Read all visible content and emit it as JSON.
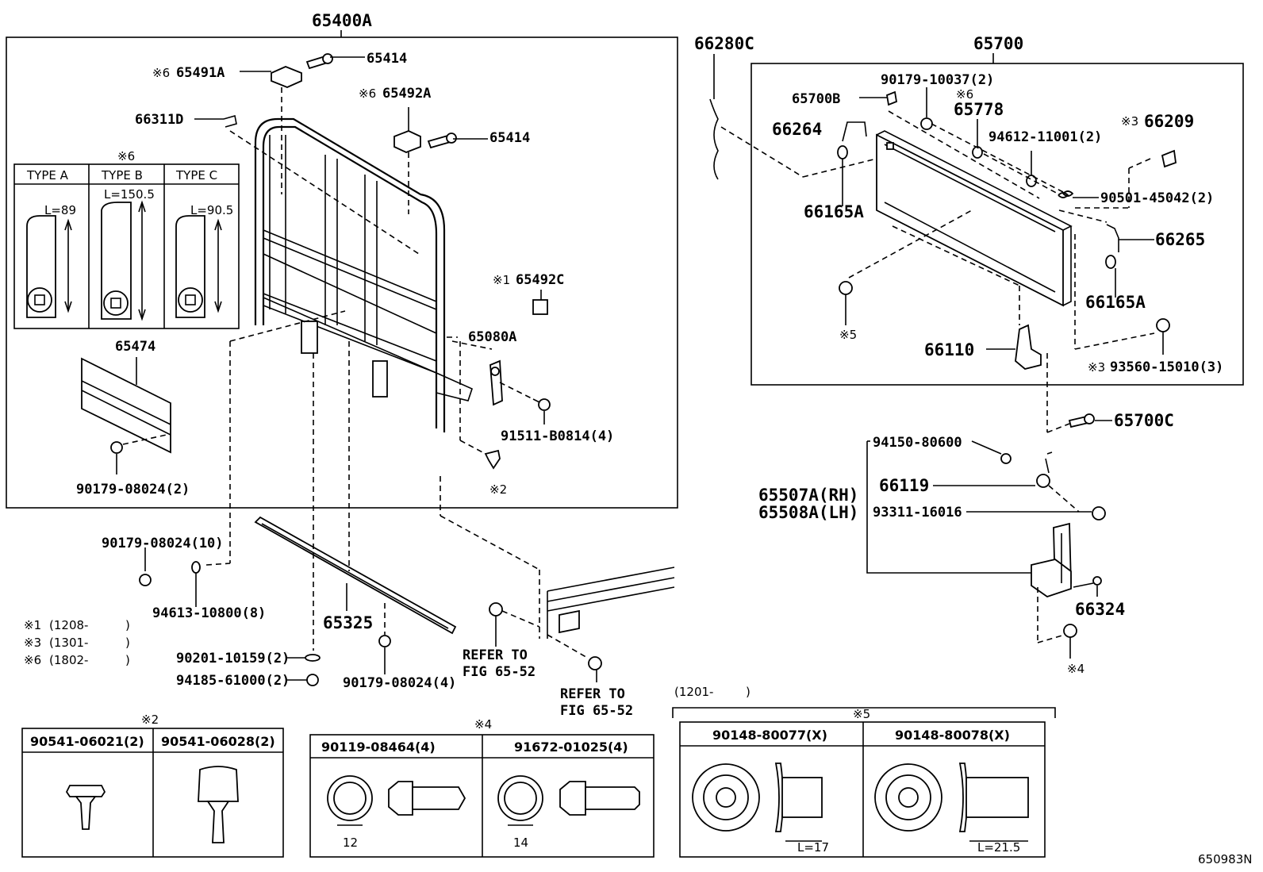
{
  "sections": {
    "headboard": {
      "title": "65400A"
    },
    "tailgate": {
      "title": "65700"
    },
    "hinge": {}
  },
  "labels": {
    "l65414a": "65414",
    "l65491a": "65491A",
    "l65491a_note": "※6",
    "l65492a": "65492A",
    "l65492a_note": "※6",
    "l65414b": "65414",
    "l66311d": "66311D",
    "l65492c": "65492C",
    "l65492c_note": "※1",
    "l65080a": "65080A",
    "l65474": "65474",
    "l91511": "91511-B0814(4)",
    "l90179_2": "90179-08024(2)",
    "l_note2a": "※2",
    "l90179_10": "90179-08024(10)",
    "l94613": "94613-10800(8)",
    "l65325": "65325",
    "l90201": "90201-10159(2)",
    "l94185": "94185-61000(2)",
    "l90179_4": "90179-08024(4)",
    "l_refer1a": "REFER TO",
    "l_refer1b": "FIG 65-52",
    "l_refer2a": "REFER TO",
    "l_refer2b": "FIG 65-52",
    "l66280c": "66280C",
    "l65700b": "65700B",
    "l90179_10037": "90179-10037(2)",
    "l65778_note": "※6",
    "l65778": "65778",
    "l66264": "66264",
    "l94612": "94612-11001(2)",
    "l66209_note": "※3",
    "l66209": "66209",
    "l90501": "90501-45042(2)",
    "l66165a_1": "66165A",
    "l66265": "66265",
    "l66165a_2": "66165A",
    "l_note5": "※5",
    "l66110": "66110",
    "l93560": "93560-15010(3)",
    "l93560_note": "※3",
    "l65700c": "65700C",
    "l94150": "94150-80600",
    "l66119": "66119",
    "l65507a": "65507A(RH)",
    "l65508a": "65508A(LH)",
    "l93311": "93311-16016",
    "l66324": "66324",
    "l_note4": "※4",
    "fig_code": "650983N"
  },
  "notes": [
    {
      "mark": "※1",
      "range": "(1208-",
      "close": ")"
    },
    {
      "mark": "※3",
      "range": "(1301-",
      "close": ")"
    },
    {
      "mark": "※6",
      "range": "(1802-",
      "close": ")"
    }
  ],
  "type_table": {
    "note": "※6",
    "headers": [
      "TYPE A",
      "TYPE B",
      "TYPE C"
    ],
    "lengths": [
      "L=89",
      "L=150.5",
      "L=90.5"
    ]
  },
  "table_note2": {
    "note": "※2",
    "headers": [
      "90541-06021(2)",
      "90541-06028(2)"
    ]
  },
  "table_note4": {
    "note": "※4",
    "headers": [
      "90119-08464(4)",
      "91672-01025(4)"
    ],
    "dims": [
      "12",
      "14"
    ]
  },
  "table_note5": {
    "note": "※5",
    "range": "(1201-",
    "close": ")",
    "headers": [
      "90148-80077(X)",
      "90148-80078(X)"
    ],
    "dims": [
      "L=17",
      "L=21.5"
    ]
  },
  "style": {
    "line_color": "#000000",
    "background": "#ffffff"
  }
}
